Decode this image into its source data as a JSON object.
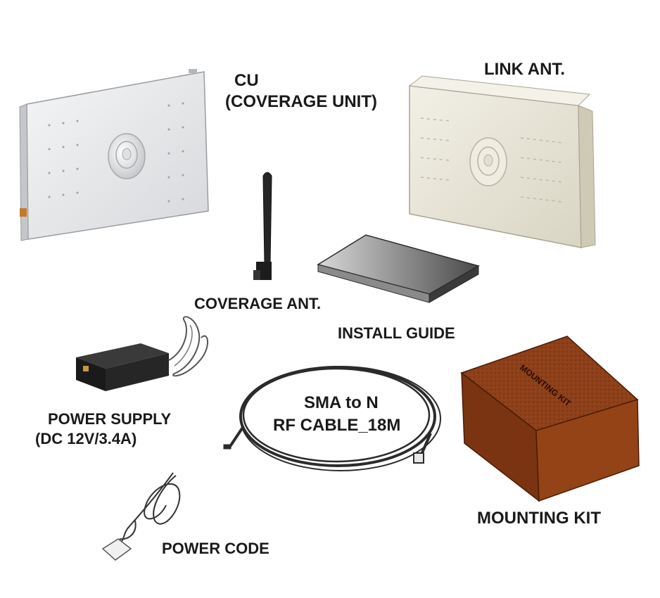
{
  "labels": {
    "cu_line1": "CU",
    "cu_line2": "(COVERAGE UNIT)",
    "link_ant": "LINK ANT.",
    "coverage_ant": "COVERAGE ANT.",
    "install_guide": "INSTALL GUIDE",
    "power_supply_line1": "POWER SUPPLY",
    "power_supply_line2": "(DC 12V/3.4A)",
    "cable_line1": "SMA to N",
    "cable_line2": "RF CABLE_18M",
    "mounting_kit": "MOUNTING KIT",
    "box_print": "MOUNTING KIT",
    "power_code": "POWER CODE"
  },
  "colors": {
    "cu_body": "#e9eaec",
    "link_body": "#e6e3d6",
    "box": "#8a3d17",
    "antenna": "#1e1e1e"
  }
}
